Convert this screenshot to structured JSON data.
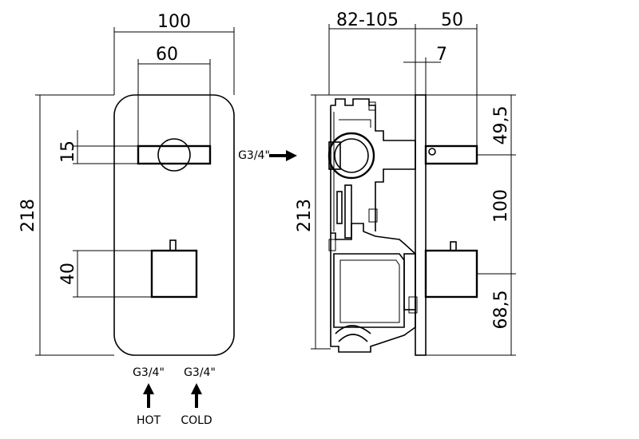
{
  "front_view": {
    "dim_width": "100",
    "dim_handle_width": "60",
    "dim_height": "218",
    "dim_handle_height": "15",
    "dim_knob_height": "40",
    "inlet_hot_size": "G3/4\"",
    "inlet_cold_size": "G3/4\"",
    "hot_label": "HOT",
    "cold_label": "COLD"
  },
  "side_view": {
    "dim_depth_range": "82-105",
    "dim_projection": "50",
    "dim_plate": "7",
    "dim_body_height": "213",
    "dim_top_to_handle": "49,5",
    "dim_handle_to_knob": "100",
    "dim_knob_to_bottom": "68,5",
    "outlet_size": "G3/4\""
  },
  "colors": {
    "line": "#000000",
    "background": "#ffffff"
  }
}
